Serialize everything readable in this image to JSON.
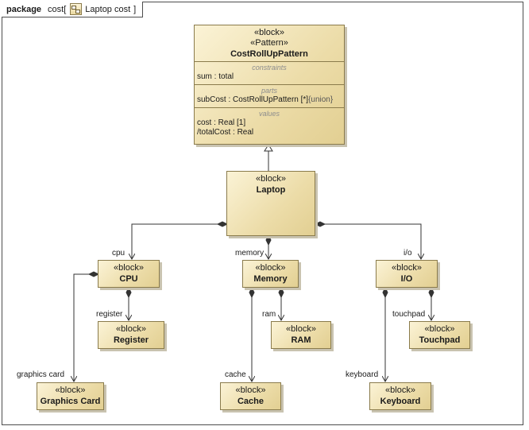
{
  "frame": {
    "keyword": "package",
    "name": "cost",
    "diagram_name": "Laptop cost",
    "open_bracket": "[",
    "close_bracket": "]"
  },
  "pattern_block": {
    "stereotype1": "«block»",
    "stereotype2": "«Pattern»",
    "name": "CostRollUpPattern",
    "constraints_title": "constraints",
    "constraint": "sum : total",
    "parts_title": "parts",
    "part_name": "subCost",
    "part_type": " : CostRollUpPattern [*]",
    "part_mod": "{union}",
    "values_title": "values",
    "value1": "cost : Real [1]",
    "value2": "/totalCost : Real"
  },
  "blocks": {
    "laptop": {
      "stereotype": "«block»",
      "name": "Laptop"
    },
    "cpu": {
      "stereotype": "«block»",
      "name": "CPU"
    },
    "memory": {
      "stereotype": "«block»",
      "name": "Memory"
    },
    "io": {
      "stereotype": "«block»",
      "name": "I/O"
    },
    "register": {
      "stereotype": "«block»",
      "name": "Register"
    },
    "ram": {
      "stereotype": "«block»",
      "name": "RAM"
    },
    "touchpad": {
      "stereotype": "«block»",
      "name": "Touchpad"
    },
    "graphics": {
      "stereotype": "«block»",
      "name": "Graphics Card"
    },
    "cache": {
      "stereotype": "«block»",
      "name": "Cache"
    },
    "keyboard": {
      "stereotype": "«block»",
      "name": "Keyboard"
    }
  },
  "roles": {
    "cpu": "cpu",
    "memory": "memory",
    "io": "i/o",
    "register": "register",
    "ram": "ram",
    "touchpad": "touchpad",
    "graphics": "graphics card",
    "cache": "cache",
    "keyboard": "keyboard"
  }
}
